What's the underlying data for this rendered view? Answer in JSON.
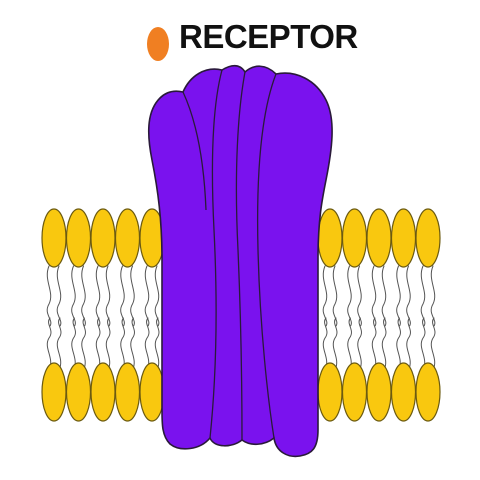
{
  "title": {
    "text": "RECEPTOR"
  },
  "legend": {
    "marker_color": "#f07f22",
    "marker_icon": "orange-dot-icon"
  },
  "colors": {
    "receptor_fill": "#7a12ee",
    "receptor_stroke": "#2a1a3a",
    "lipid_head_fill": "#f9c80f",
    "lipid_head_stroke": "#6b5a10",
    "lipid_tail_stroke": "#555555",
    "title_color": "#111111"
  },
  "diagram": {
    "membrane_lipids_left_columns": 5,
    "membrane_lipids_right_columns": 5
  }
}
